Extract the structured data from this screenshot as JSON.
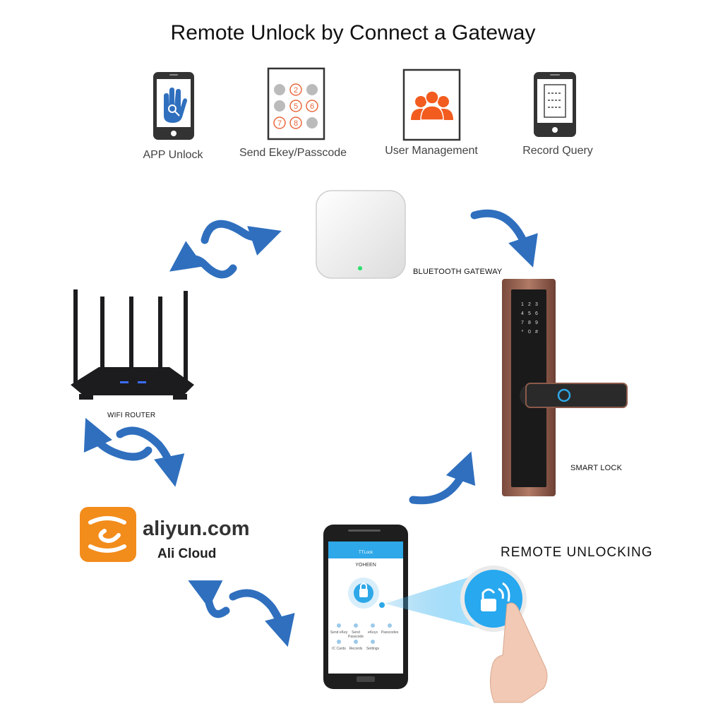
{
  "title": "Remote Unlock by Connect a Gateway",
  "features": [
    {
      "label": "APP Unlock",
      "icon": "phone-hand-key-icon"
    },
    {
      "label": "Send Ekey/Passcode",
      "icon": "keypad-icon",
      "digits": [
        "2",
        "5",
        "6",
        "7",
        "8"
      ]
    },
    {
      "label": "User Management",
      "icon": "users-group-icon"
    },
    {
      "label": "Record Query",
      "icon": "phone-document-icon"
    }
  ],
  "gateway": {
    "label": "BLUETOOTH GATEWAY"
  },
  "router": {
    "label": "WIFI ROUTER"
  },
  "lock": {
    "label": "SMART LOCK",
    "keypad": [
      "1",
      "2",
      "3",
      "4",
      "5",
      "6",
      "7",
      "8",
      "9",
      "*",
      "0",
      "#"
    ]
  },
  "cloud": {
    "name": "aliyun.com",
    "subtitle": "Ali Cloud",
    "brand_color": "#F28C1B"
  },
  "remote": {
    "label": "REMOTE UNLOCKING"
  },
  "app": {
    "title": "TTLock",
    "user": "YOHEEN",
    "menu": [
      "Send eKey",
      "Send Passcode",
      "eKeys",
      "Passcodes",
      "IC Cards",
      "Records",
      "Settings"
    ]
  },
  "colors": {
    "arrow": "#2F6FBE",
    "app_header": "#2EA8E8",
    "keypad_orange": "#E9683D",
    "users_orange": "#F25C1F",
    "lock_body": "#8B5A4A"
  }
}
